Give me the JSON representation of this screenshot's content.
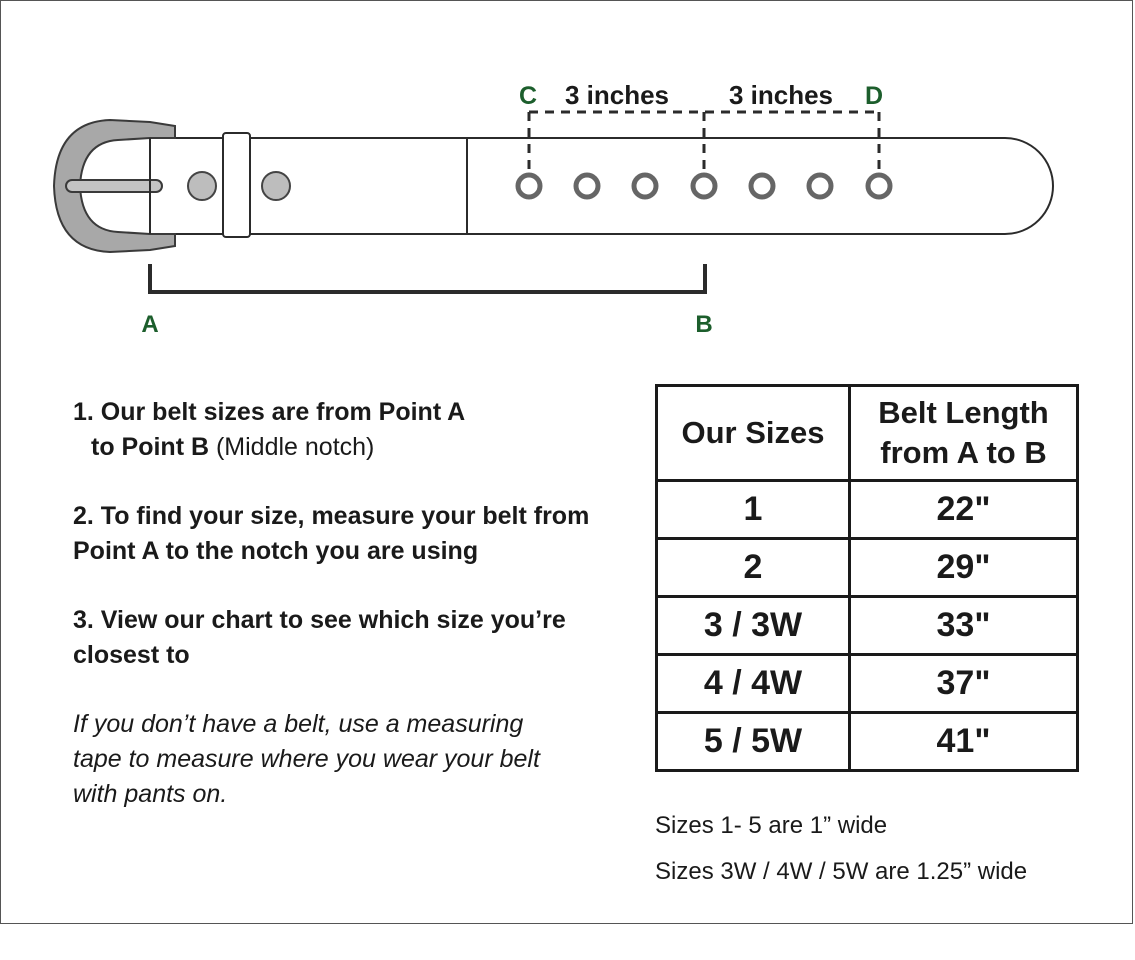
{
  "diagram": {
    "labels": {
      "c": "C",
      "d": "D",
      "a": "A",
      "b": "B",
      "span_left": "3 inches",
      "span_right": "3 inches"
    },
    "colors": {
      "label_green": "#1c5e2c",
      "stroke": "#2b2b2b",
      "buckle": "#8a8a8a"
    }
  },
  "instructions": {
    "step1_bold": "1. Our belt sizes are from Point A",
    "step1_line2_bold": "to Point B",
    "step1_line2_normal": " (Middle notch)",
    "step2": "2. To find your size, measure your belt from Point A to the notch you are using",
    "step3": "3. View our chart to see which size you’re closest to",
    "note": "If you don’t have a belt, use a measuring tape to measure where you wear your belt with pants on."
  },
  "table": {
    "header_size": "Our Sizes",
    "header_length": "Belt Length from A to B",
    "rows": [
      {
        "size": "1",
        "length": "22\""
      },
      {
        "size": "2",
        "length": "29\""
      },
      {
        "size": "3 / 3W",
        "length": "33\""
      },
      {
        "size": "4 / 4W",
        "length": "37\""
      },
      {
        "size": "5 / 5W",
        "length": "41\""
      }
    ]
  },
  "footnotes": {
    "line1": "Sizes 1- 5 are 1” wide",
    "line2": "Sizes 3W / 4W / 5W are 1.25” wide"
  }
}
